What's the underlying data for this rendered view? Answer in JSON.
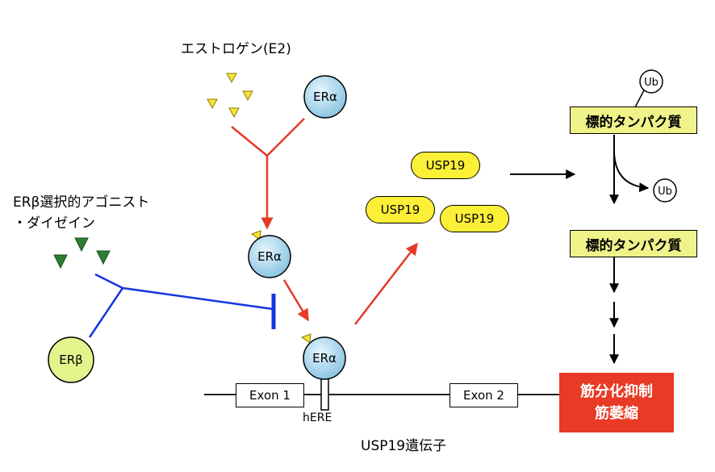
{
  "estrogen_label": "エストロゲン(E2)",
  "er_alpha_label": "ERα",
  "er_beta_label": "ERβ",
  "agonist_label_line1": "ERβ選択的アゴニスト",
  "agonist_label_line2": "・ダイゼイン",
  "usp19_label": "USP19",
  "exon1_label": "Exon 1",
  "exon2_label": "Exon 2",
  "here_label": "hERE",
  "gene_label": "USP19遺伝子",
  "ubiquitin_label": "Ub",
  "target_protein_label": "標的タンパク質",
  "outcome_line1": "筋分化抑制",
  "outcome_line2": "筋萎縮",
  "colors": {
    "er_circle": "#a9d6ee",
    "er_beta_circle": "#e4f38b",
    "estrogen_triangle": "#f6e23b",
    "agonist_triangle": "#2e7d32",
    "activation_arrow": "#e53a26",
    "inhibition_line": "#1534e0",
    "usp19_fill": "#fcef38",
    "target_fill": "#f0f28a",
    "outcome_fill": "#e83a24"
  }
}
